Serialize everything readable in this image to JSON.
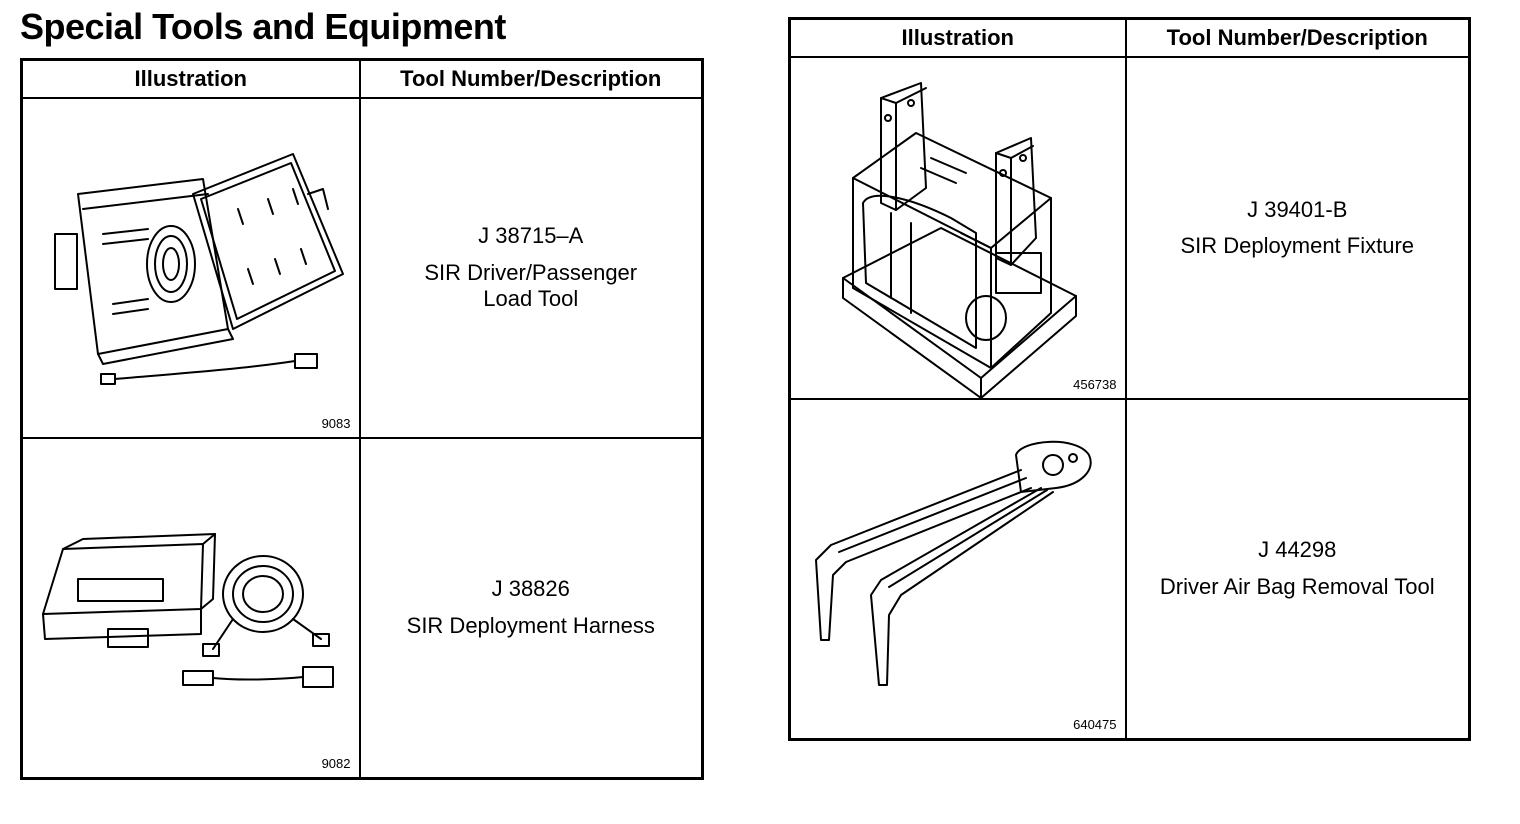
{
  "page": {
    "title": "Special Tools and Equipment"
  },
  "headers": {
    "illustration": "Illustration",
    "tool": "Tool Number/Description"
  },
  "tools": [
    {
      "number": "J 38715–A",
      "desc_line1": "SIR Driver/Passenger",
      "desc_line2": "Load Tool",
      "fig": "9083",
      "icon": "load-tool-case-icon"
    },
    {
      "number": "J 38826",
      "desc_line1": "SIR Deployment Harness",
      "desc_line2": "",
      "fig": "9082",
      "icon": "deployment-harness-icon"
    },
    {
      "number": "J 39401-B",
      "desc_line1": "SIR Deployment Fixture",
      "desc_line2": "",
      "fig": "456738",
      "icon": "deployment-fixture-icon"
    },
    {
      "number": "J 44298",
      "desc_line1": "Driver Air Bag Removal Tool",
      "desc_line2": "",
      "fig": "640475",
      "icon": "air-bag-removal-tool-icon"
    }
  ]
}
